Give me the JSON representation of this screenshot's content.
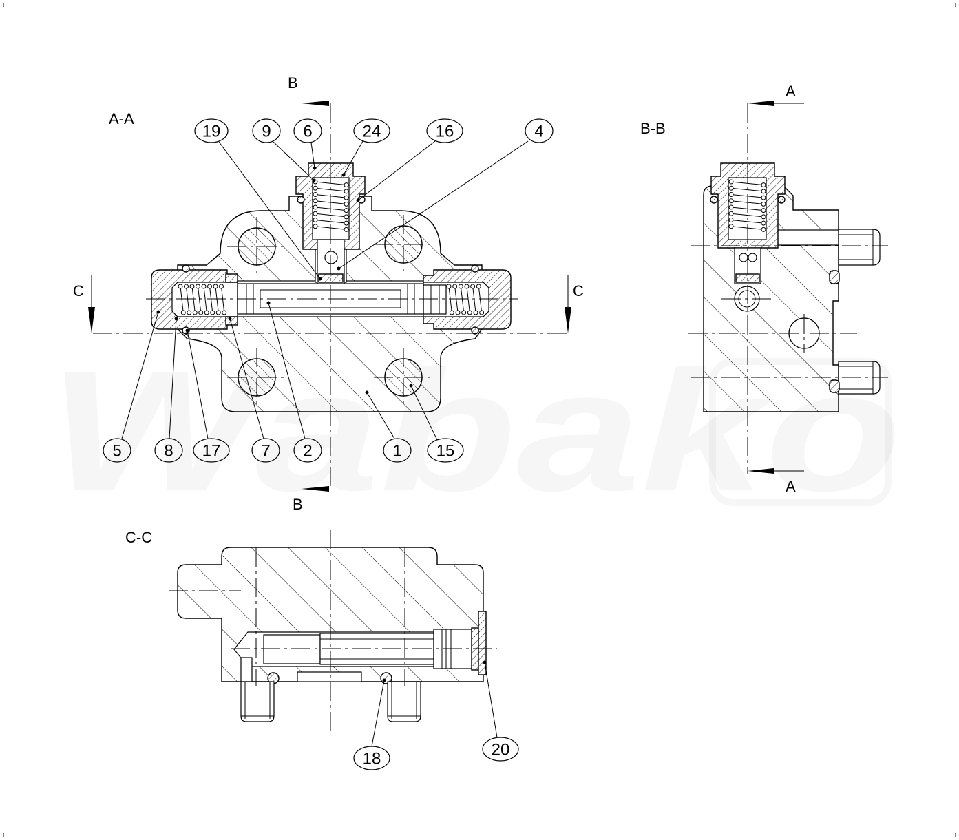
{
  "watermark": "Wabako",
  "views": {
    "section_aa": {
      "label": "A-A"
    },
    "section_bb": {
      "label": "B-B"
    },
    "section_cc": {
      "label": "C-C"
    }
  },
  "cutting_planes": {
    "b_top": "B",
    "b_bottom": "B",
    "c_left": "C",
    "c_right": "C",
    "a_top": "A",
    "a_bottom": "A"
  },
  "part_balloons": {
    "section_aa": [
      "19",
      "9",
      "6",
      "24",
      "16",
      "4",
      "5",
      "8",
      "17",
      "7",
      "2",
      "1",
      "15"
    ],
    "section_cc": [
      "18",
      "20"
    ]
  }
}
